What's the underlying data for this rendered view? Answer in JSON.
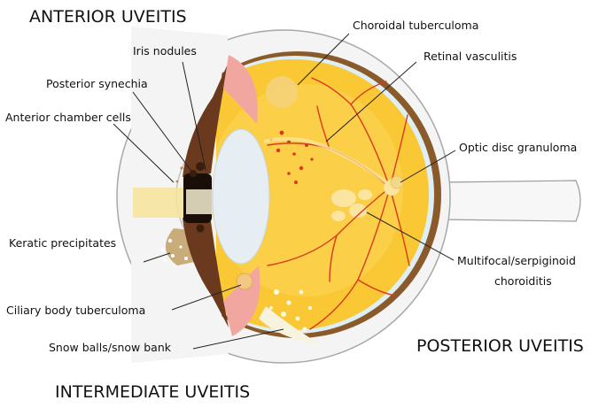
{
  "headings": {
    "anterior": "ANTERIOR UVEITIS",
    "posterior": "POSTERIOR UVEITIS",
    "intermediate": "INTERMEDIATE UVEITIS"
  },
  "labels": {
    "choroidal_tuberculoma": "Choroidal tuberculoma",
    "retinal_vasculitis": "Retinal vasculitis",
    "iris_nodules": "Iris nodules",
    "posterior_synechia": "Posterior synechia",
    "anterior_chamber_cells": "Anterior chamber cells",
    "optic_disc_granuloma": "Optic disc granuloma",
    "keratic_precipitates": "Keratic precipitates",
    "multifocal_line1": "Multifocal/serpiginoid",
    "multifocal_line2": "choroiditis",
    "ciliary_body_tuberculoma": "Ciliary body tuberculoma",
    "snow_balls": "Snow balls/snow bank"
  },
  "colors": {
    "fundus": "#f9c834",
    "fundus_light": "#fde48a",
    "choroid_rim": "#8b5a2b",
    "sclera": "#f2f2f2",
    "iris": "#6b3a1e",
    "lens": "#e8eef2",
    "vessels": "#d93a1c",
    "ciliary_pink": "#f2a6a0",
    "light_beam": "#f7e9a8"
  }
}
